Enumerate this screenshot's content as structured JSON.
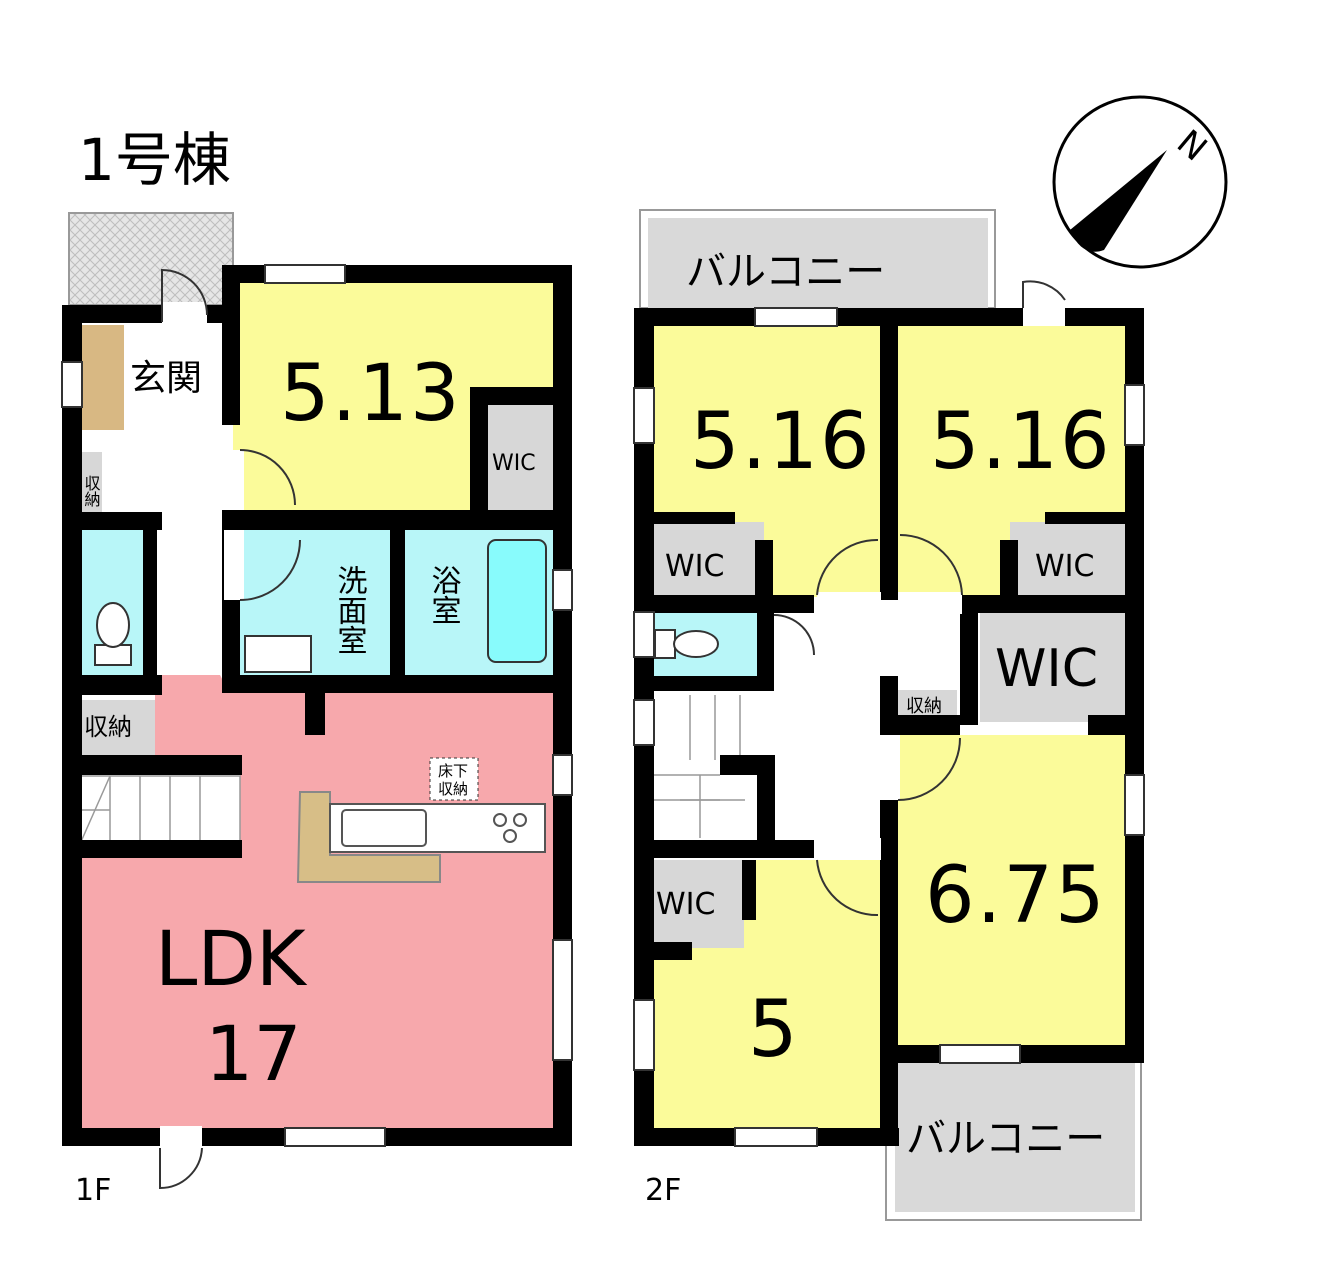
{
  "building_title": "1号棟",
  "compass_label": "N",
  "floor1": {
    "label": "1F",
    "entrance": "玄関",
    "room_513": "5.13",
    "wic": "WIC",
    "storage_a": "収納",
    "washroom": "洗面室",
    "bathroom": "浴室",
    "storage_b": "収納",
    "underfloor": "床下収納",
    "ldk": "LDK",
    "ldk_size": "17"
  },
  "floor2": {
    "label": "2F",
    "balcony_top": "バルコニー",
    "room_516_left": "5.16",
    "room_516_right": "5.16",
    "wic_left": "WIC",
    "wic_right": "WIC",
    "wic_big": "WIC",
    "storage": "収納",
    "wic_lower": "WIC",
    "room_5": "5",
    "room_675": "6.75",
    "balcony_bottom": "バルコニー"
  },
  "colors": {
    "bedroom": "#fbfb9a",
    "ldk": "#f7a8ac",
    "wet": "#b8f6f8",
    "bath": "#88fbfc",
    "closet": "#d7d7d7",
    "balcony": "#d9d9d9",
    "wood": "#d8b883",
    "counter": "#d7be87",
    "wall": "#000000"
  }
}
